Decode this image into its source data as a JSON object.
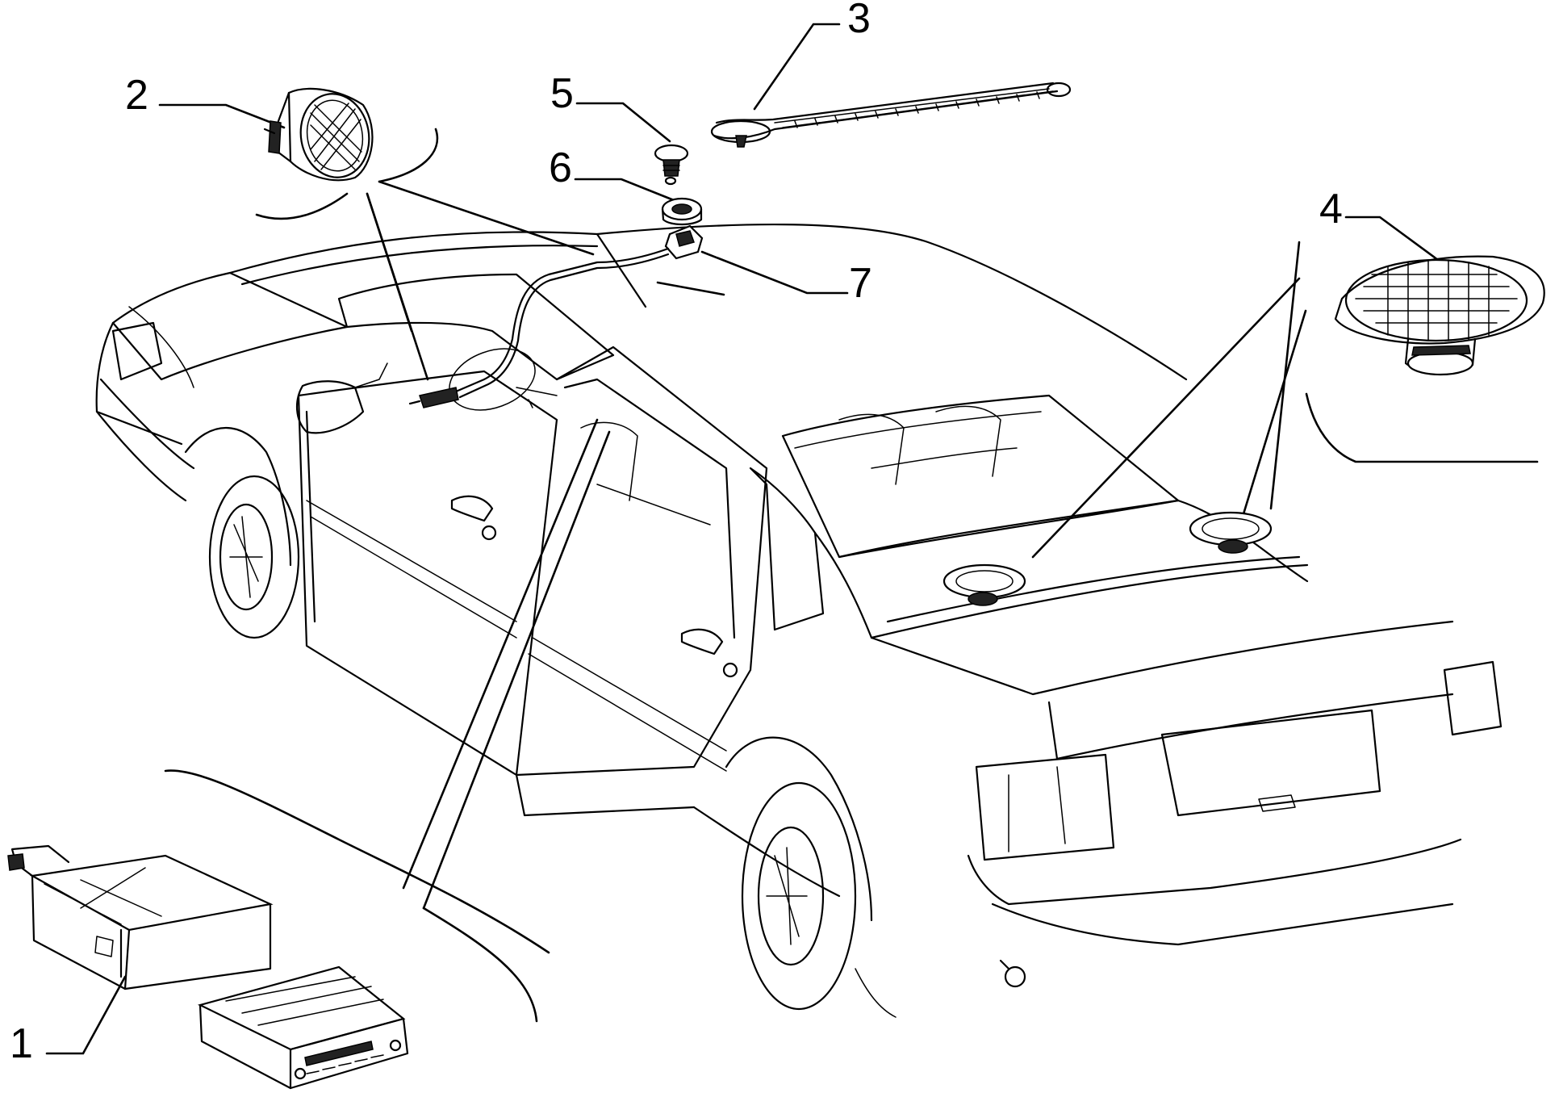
{
  "diagram": {
    "parts": [
      {
        "number": "1",
        "item": "radio-mounting-frame"
      },
      {
        "number": "2",
        "item": "tweeter-speaker"
      },
      {
        "number": "3",
        "item": "antenna-mast"
      },
      {
        "number": "4",
        "item": "rear-shelf-speaker"
      },
      {
        "number": "5",
        "item": "antenna-fixing-nut"
      },
      {
        "number": "6",
        "item": "antenna-seal"
      },
      {
        "number": "7",
        "item": "antenna-base-and-cable"
      }
    ],
    "colors": {
      "line": "#000000",
      "background": "#ffffff"
    }
  }
}
